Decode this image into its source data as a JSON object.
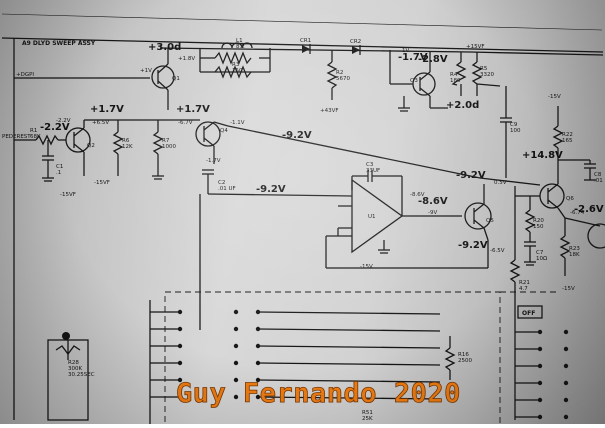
{
  "board": {
    "title": "A9 DLYD SWEEP ASSY",
    "input_left": "+DGPI",
    "input_mid": "PEDEREST"
  },
  "components": {
    "q1": "Q1",
    "q2": "Q2",
    "q3": "Q3",
    "q4": "Q4",
    "q5": "Q5",
    "q6": "Q6",
    "u1": "U1",
    "r1": "R1\n68K",
    "r2": "R2\n5670",
    "r3": "R3\n150",
    "r4": "R4\n180",
    "r5": "R5\n3320",
    "r6": "R6\n12K",
    "r7": "R7\n1000",
    "r20": "R20\n150",
    "r21": "R21\n4.7",
    "r22": "R22\n165",
    "r23": "R23\n18K",
    "r28": "R28\n300K\n30.25SEC",
    "r51": "R51\n25K",
    "l1": "L1\n8.2",
    "c1": "C1\n.1",
    "c2": "C2\n.01 UF",
    "c3": "C3\n33UF",
    "c7": "C7\n10Ω",
    "c8": "C8\n.01",
    "c9": "C9\n100",
    "cr1": "CR1",
    "cr2": "CR2",
    "r16": "R16\n2500"
  },
  "rails": {
    "plus15": "+15VF",
    "minus15": "-15VF",
    "plus43": "+43VF",
    "minus15b": "-15V",
    "minus15c": "-15VF"
  },
  "printed_voltages": {
    "v_plus1_top": "+1V",
    "v_plus1_8": "+1.8V",
    "v_minus1": "-1V",
    "v_6_5": "+6.5V",
    "v_6_7": "-6.7V",
    "v_minus8_6": "-8.6V",
    "v_minus9": "-9V",
    "v_minus6_5": "-6.5V",
    "v_0_5": "0.5V",
    "v_2_2": "-2.2V",
    "v_minus1_7": "-1.7V",
    "v_minus1_1": "-1.1V",
    "v_minus15": "-15V",
    "v_6_74": "-6.74"
  },
  "handwritten": {
    "h1": "+3.0d",
    "h2": "-1.7V",
    "h3": "-2.8V",
    "h4": "+2.0d",
    "h5": "+1.7V",
    "h6": "-2.2V",
    "h7": "+1.7V",
    "h8": "-9.2V",
    "h9": "-9.2V",
    "h10": "-8.6V",
    "h11": "-9.2V",
    "h12": "-9.2V",
    "h13": "+14.8V",
    "h14": "-2.6V"
  },
  "misc": {
    "off_box": "OFF",
    "minus15_corner": "-15V"
  },
  "watermark": "Guy Fernando 2020"
}
